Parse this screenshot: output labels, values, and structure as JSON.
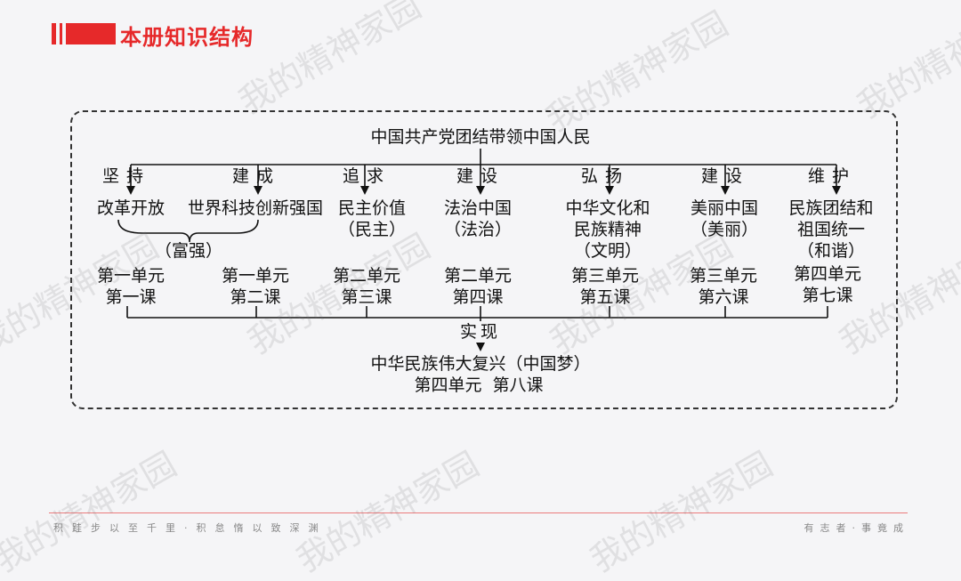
{
  "header": {
    "title": "本册知识结构"
  },
  "diagram": {
    "root": "中国共产党团结带领中国人民",
    "columns": [
      {
        "verb": "坚持",
        "lines": [
          "改革开放"
        ],
        "unit": "第一单元",
        "lesson": "第一课"
      },
      {
        "verb": "建成",
        "lines": [
          "世界科技创新强国"
        ],
        "unit": "第一单元",
        "lesson": "第二课"
      },
      {
        "verb": "追求",
        "lines": [
          "民主价值",
          "（民主）"
        ],
        "unit": "第二单元",
        "lesson": "第三课"
      },
      {
        "verb": "建设",
        "lines": [
          "法治中国",
          "（法治）"
        ],
        "unit": "第二单元",
        "lesson": "第四课"
      },
      {
        "verb": "弘扬",
        "lines": [
          "中华文化和",
          "民族精神",
          "（文明）"
        ],
        "unit": "第三单元",
        "lesson": "第五课"
      },
      {
        "verb": "建设",
        "lines": [
          "美丽中国",
          "（美丽）"
        ],
        "unit": "第三单元",
        "lesson": "第六课"
      },
      {
        "verb": "维护",
        "lines": [
          "民族团结和",
          "祖国统一",
          "（和谐）"
        ],
        "unit": "第四单元",
        "lesson": "第七课"
      }
    ],
    "group_label": "（富强）",
    "realize": "实现",
    "goal": "中华民族伟大复兴（中国梦）",
    "goal_unit": "第四单元  第八课"
  },
  "footer": {
    "left": "积跬步以至千里·积怠惰以致深渊",
    "right": "有志者·事竟成"
  },
  "watermark": "我的精神家园",
  "colors": {
    "accent": "#e6292a"
  }
}
